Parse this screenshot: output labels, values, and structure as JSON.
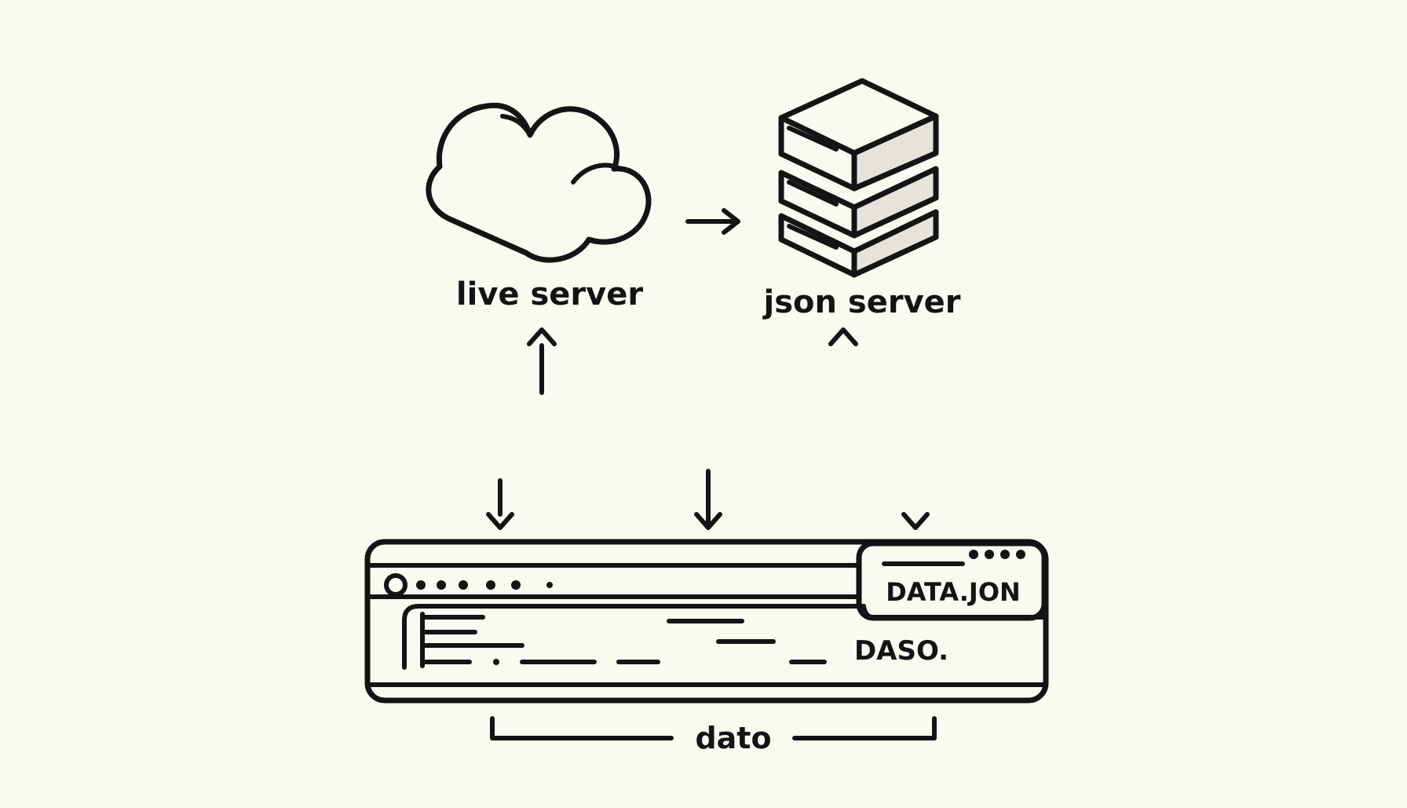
{
  "diagram": {
    "cloud_node": {
      "label": "live server",
      "icon": "cloud-icon"
    },
    "server_node": {
      "label": "json server",
      "icon": "server-stack-icon"
    },
    "file_tab": {
      "label": "DATA.JON"
    },
    "editor_text": {
      "label": "DASO."
    },
    "bracket": {
      "label": "dato"
    },
    "colors": {
      "ink": "#141414",
      "background": "#fbfaf0",
      "shade": "#e6e4da"
    }
  }
}
